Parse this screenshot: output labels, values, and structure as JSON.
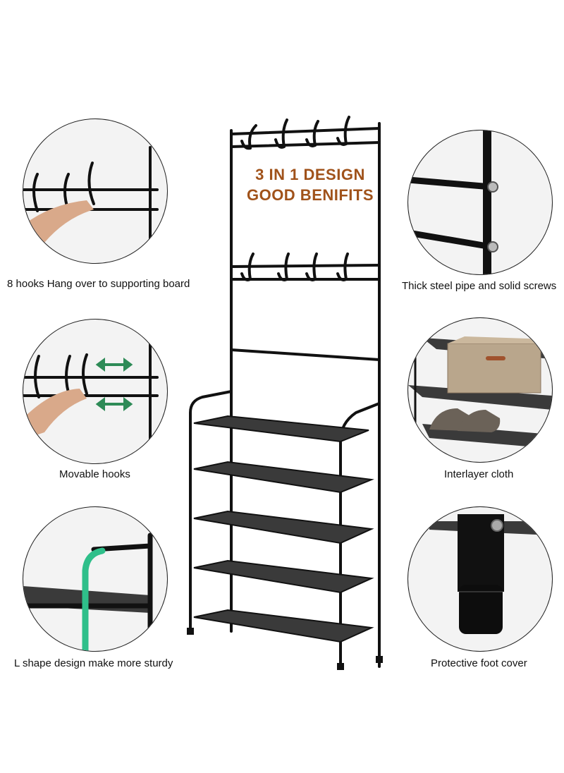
{
  "headline": {
    "line1": "3 IN 1 DESIGN",
    "line2": "GOOD BENIFITS",
    "color": "#a0521a"
  },
  "features": [
    {
      "caption": "8 hooks Hang over to supporting board",
      "icon": "hooks-hand-icon"
    },
    {
      "caption": "Thick steel pipe and solid screws",
      "icon": "steel-pipe-screws-icon"
    },
    {
      "caption": "Movable hooks",
      "icon": "movable-hooks-icon"
    },
    {
      "caption": "Interlayer cloth",
      "icon": "interlayer-cloth-icon"
    },
    {
      "caption": "L shape design make more sturdy",
      "icon": "l-shape-corner-icon"
    },
    {
      "caption": "Protective foot cover",
      "icon": "foot-cover-icon"
    }
  ],
  "colors": {
    "frame": "#111111",
    "shelf": "#3a3a3a",
    "arrow": "#2e8b57",
    "highlight": "#2fbf8a"
  }
}
